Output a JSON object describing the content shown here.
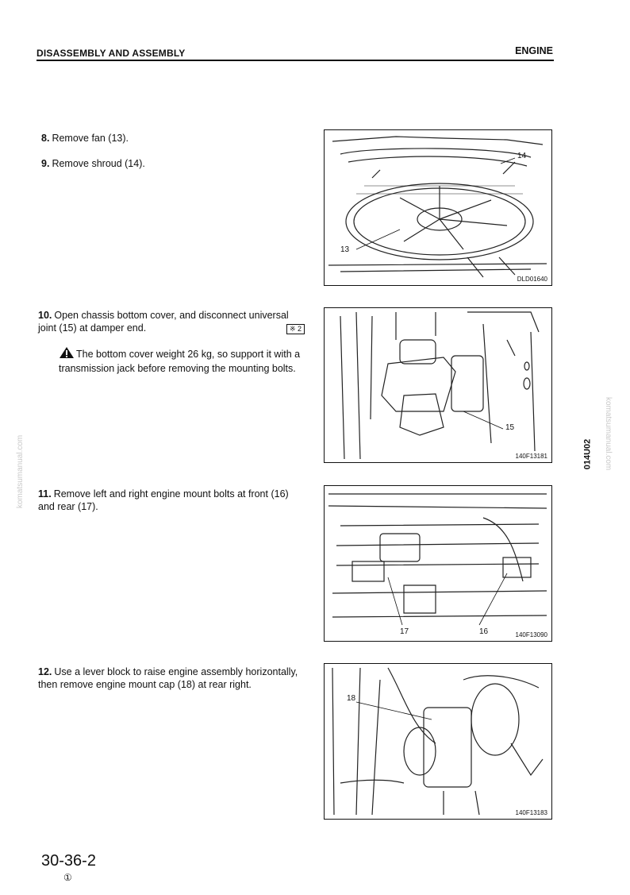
{
  "header": {
    "left": "DISASSEMBLY AND ASSEMBLY",
    "right": "ENGINE"
  },
  "steps": [
    {
      "num": "8.",
      "text": "Remove fan (13)."
    },
    {
      "num": "9.",
      "text": "Remove shroud (14)."
    },
    {
      "num": "10.",
      "text": "Open chassis bottom cover, and disconnect universal joint (15) at damper end.",
      "ref": "※ 2"
    },
    {
      "num": "11.",
      "text": "Remove left and right engine mount bolts at front (16) and rear (17)."
    },
    {
      "num": "12.",
      "text": "Use a lever block to raise engine assembly horizontally, then remove engine mount cap (18) at rear right."
    }
  ],
  "warning": {
    "icon": "warning-triangle-icon",
    "text": "The bottom cover weight 26 kg, so support it with a transmission jack before removing the mounting bolts."
  },
  "figures": [
    {
      "id": "DLD01640",
      "callouts": [
        "14",
        "13"
      ]
    },
    {
      "id": "140F13181",
      "callouts": [
        "15"
      ]
    },
    {
      "id": "140F13090",
      "callouts": [
        "17",
        "16"
      ]
    },
    {
      "id": "140F13183",
      "callouts": [
        "18"
      ]
    }
  ],
  "side_code": "014U02",
  "watermark": "komatsumanual.com",
  "footer": {
    "page": "30-36-2",
    "revision": "①"
  }
}
